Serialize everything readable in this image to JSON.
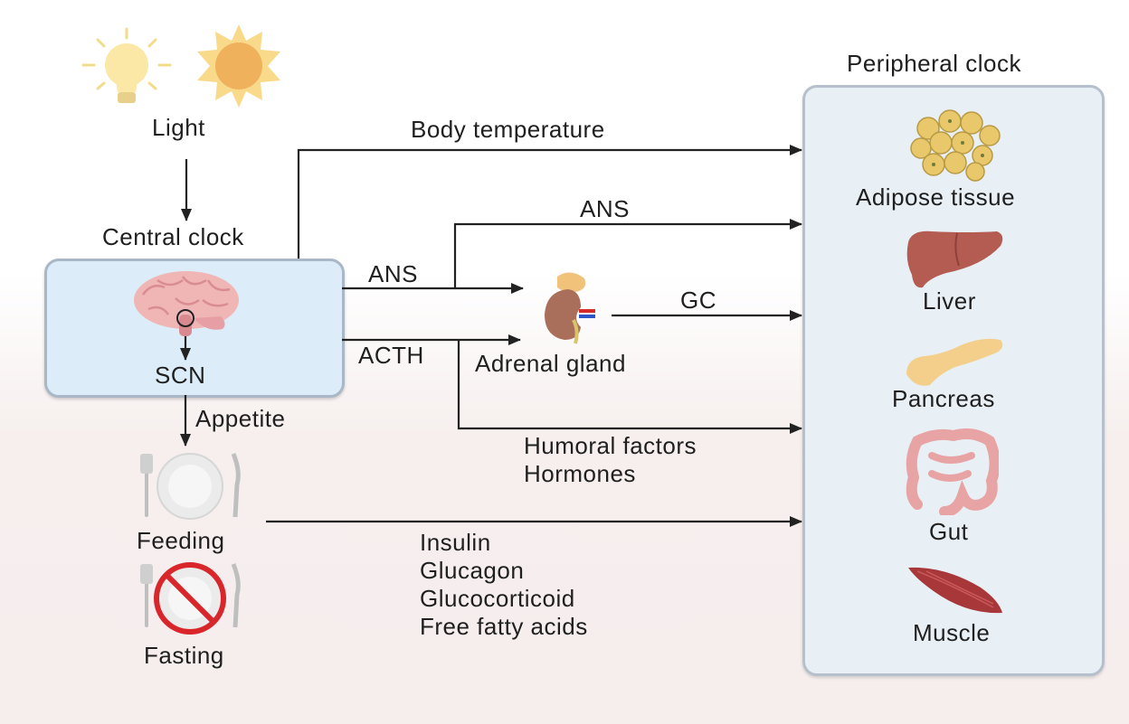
{
  "light": {
    "label": "Light"
  },
  "central": {
    "title": "Central clock",
    "scn_label": "SCN"
  },
  "peripheral": {
    "title": "Peripheral clock",
    "organs": [
      "Adipose tissue",
      "Liver",
      "Pancreas",
      "Gut",
      "Muscle"
    ]
  },
  "pathways": {
    "body_temperature": "Body temperature",
    "ans_upper": "ANS",
    "ans_lower": "ANS",
    "acth": "ACTH",
    "gc": "GC",
    "adrenal_gland": "Adrenal gland",
    "humoral": [
      "Humoral factors",
      "Hormones"
    ],
    "appetite": "Appetite"
  },
  "feeding": {
    "feeding_label": "Feeding",
    "fasting_label": "Fasting",
    "signals": [
      "Insulin",
      "Glucagon",
      "Glucocorticoid",
      "Free fatty acids"
    ]
  },
  "colors": {
    "central_box": "#dcedf9",
    "peripheral_box": "#e8f0f6",
    "arrow": "#222222",
    "no_sign": "#d8262b"
  },
  "icons": [
    "light-bulb-icon",
    "sun-icon",
    "brain-icon",
    "adrenal-gland-icon",
    "plate-icon",
    "fasting-plate-icon",
    "adipose-tissue-icon",
    "liver-icon",
    "pancreas-icon",
    "gut-icon",
    "muscle-icon"
  ]
}
